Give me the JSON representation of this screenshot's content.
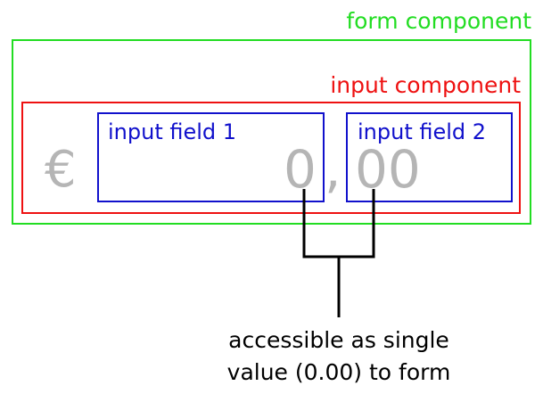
{
  "labels": {
    "form_component": "form component",
    "input_component": "input component",
    "input_field_1": "input field 1",
    "input_field_2": "input field 2"
  },
  "values": {
    "currency_symbol": "€",
    "integer_part": "0",
    "decimal_separator": ",",
    "fraction_part": "00"
  },
  "caption": {
    "line1": "accessible as single",
    "line2": "value (0.00) to form"
  },
  "colors": {
    "form_component": "#22dd22",
    "input_component": "#ee1111",
    "input_field": "#1111cc",
    "value_text": "#b5b5b5",
    "connector": "#000000"
  }
}
